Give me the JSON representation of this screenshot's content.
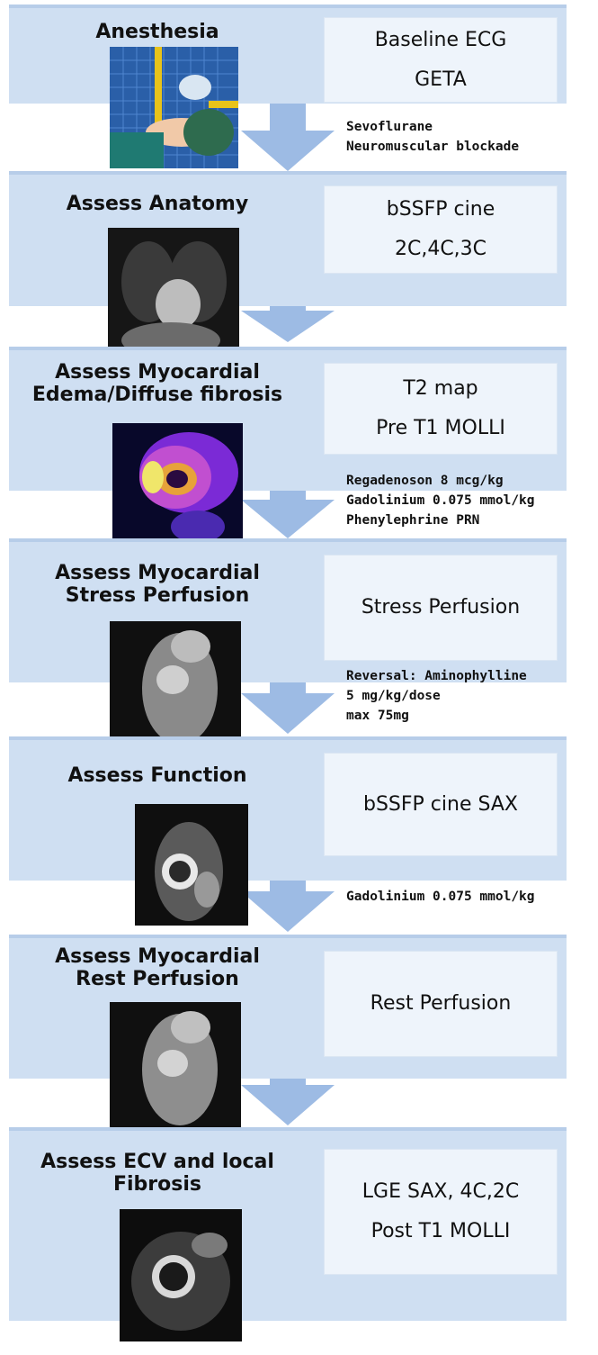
{
  "stages": [
    {
      "title": "Anesthesia",
      "box": [
        "Baseline ECG",
        "GETA"
      ]
    },
    {
      "title": "Assess Anatomy",
      "box": [
        "bSSFP cine",
        "2C,4C,3C"
      ]
    },
    {
      "title": "Assess Myocardial\nEdema/Diffuse fibrosis",
      "box": [
        "T2 map",
        "Pre T1 MOLLI"
      ]
    },
    {
      "title": "Assess Myocardial\nStress Perfusion",
      "box": [
        "Stress Perfusion"
      ]
    },
    {
      "title": "Assess Function",
      "box": [
        "bSSFP cine SAX"
      ]
    },
    {
      "title": "Assess Myocardial\nRest Perfusion",
      "box": [
        "Rest Perfusion"
      ]
    },
    {
      "title": "Assess ECV and local\nFibrosis",
      "box": [
        "LGE SAX, 4C,2C",
        "Post T1 MOLLI"
      ]
    }
  ],
  "drugs": [
    [
      "Sevoflurane",
      "Neuromuscular blockade"
    ],
    [
      "Regadenoson 8 mcg/kg",
      "Gadolinium 0.075 mmol/kg",
      "Phenylephrine PRN"
    ],
    [
      "Reversal: Aminophylline",
      "5 mg/kg/dose",
      "max 75mg"
    ],
    [
      "Gadolinium 0.075 mmol/kg"
    ]
  ],
  "images": [
    "anesthesia-illustration",
    "chest-mri-coronal",
    "t1-map-color",
    "stress-perfusion-mri",
    "cine-sax-mri",
    "rest-perfusion-mri",
    "lge-sax-mri"
  ],
  "colors": {
    "band": "#cfdff2",
    "box": "#eef4fb",
    "arrow": "#9dbbe4"
  }
}
